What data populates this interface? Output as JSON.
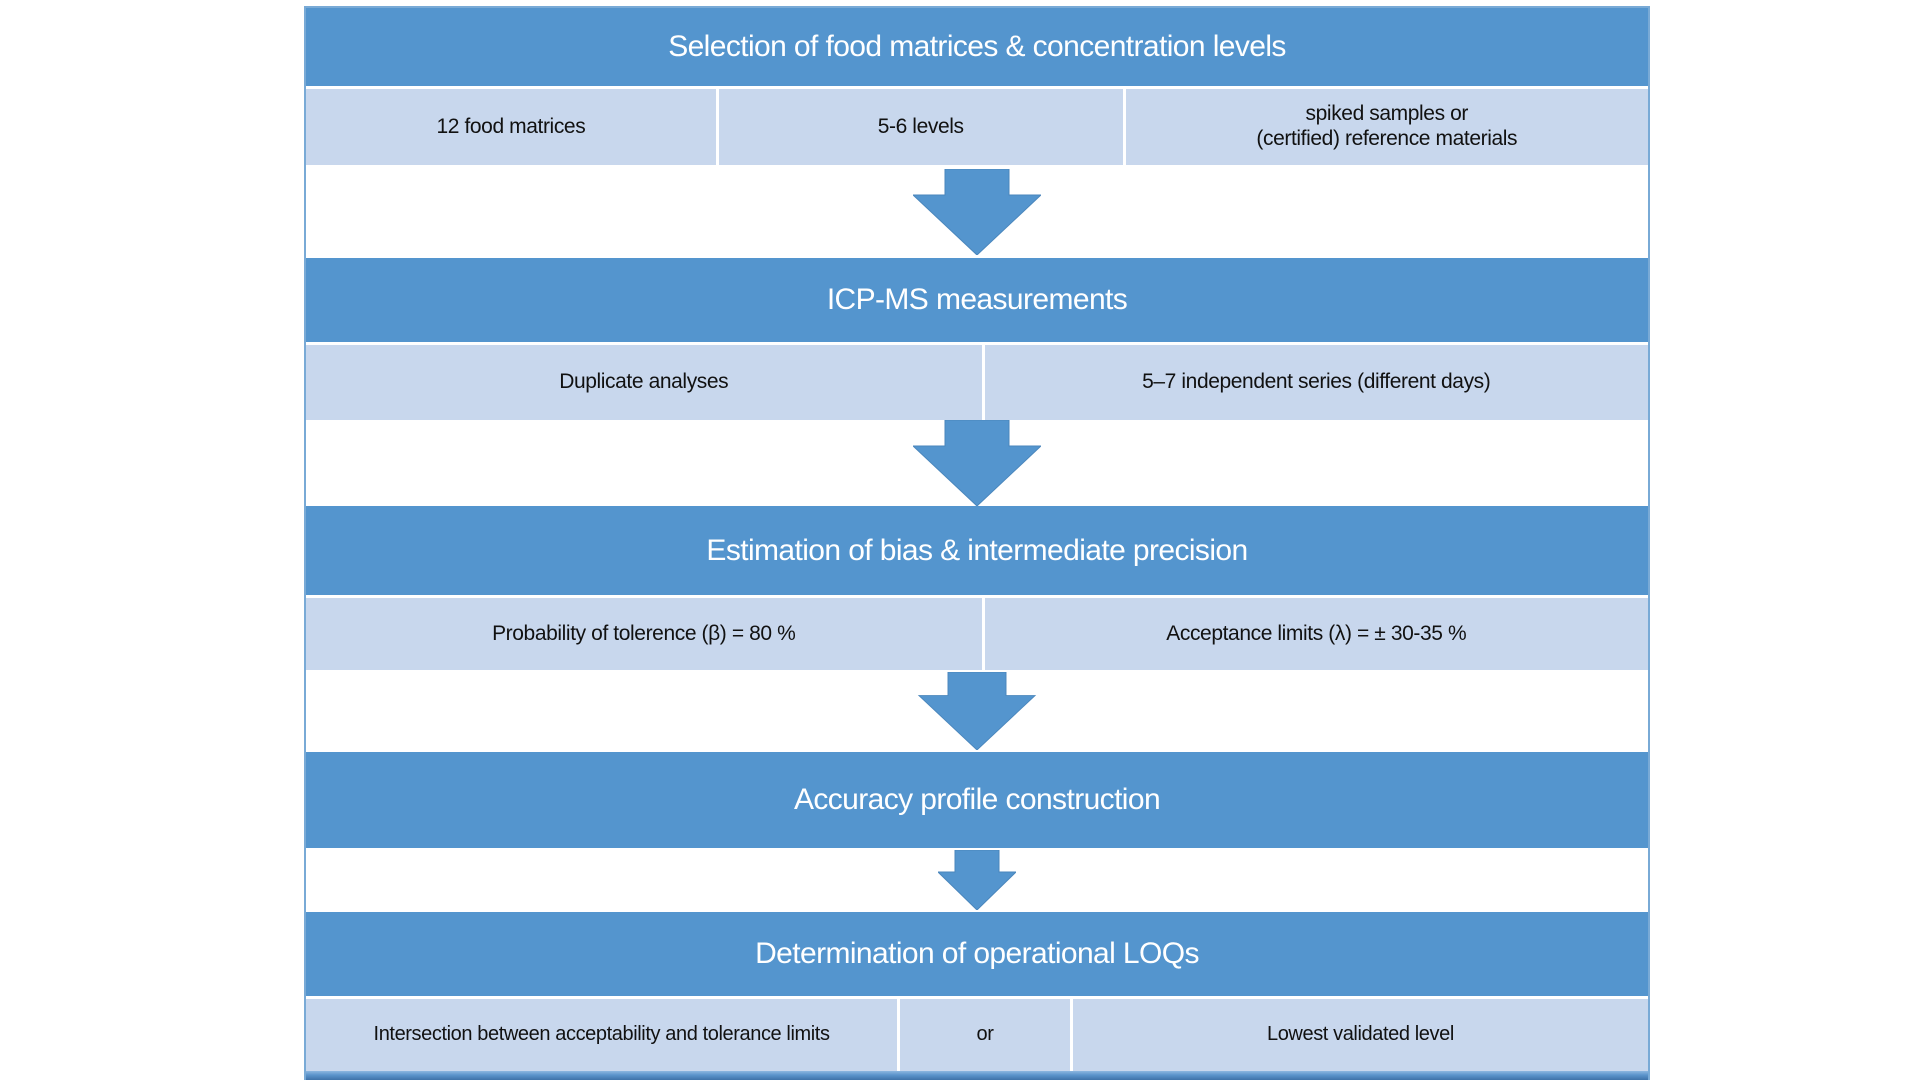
{
  "figure": {
    "steps": [
      {
        "title": "Selection of food matrices & concentration levels",
        "details": [
          "12 food matrices",
          "5-6 levels",
          "spiked samples or\n(certified) reference materials"
        ]
      },
      {
        "title": "ICP-MS measurements",
        "details": [
          "Duplicate analyses",
          "5–7 independent series (different days)"
        ]
      },
      {
        "title": "Estimation of bias & intermediate precision",
        "details": [
          "Probability of tolerence (β) = 80 %",
          "Acceptance limits (λ) = ± 30-35 %"
        ]
      },
      {
        "title": "Accuracy profile construction",
        "details": []
      },
      {
        "title": "Determination of operational LOQs",
        "details": [
          "Intersection between acceptability and tolerance limits",
          "or",
          "Lowest validated level"
        ]
      }
    ],
    "colors": {
      "header_blue": "#5495ce",
      "detail_blue": "#c8d7ed",
      "arrow_blue": "#5495ce",
      "border_blue": "#79aad6",
      "bottom_bar_top": "#8cb6e0",
      "bottom_bar_bottom": "#3f72a8",
      "header_text": "#ffffff",
      "detail_text": "#111111"
    }
  }
}
